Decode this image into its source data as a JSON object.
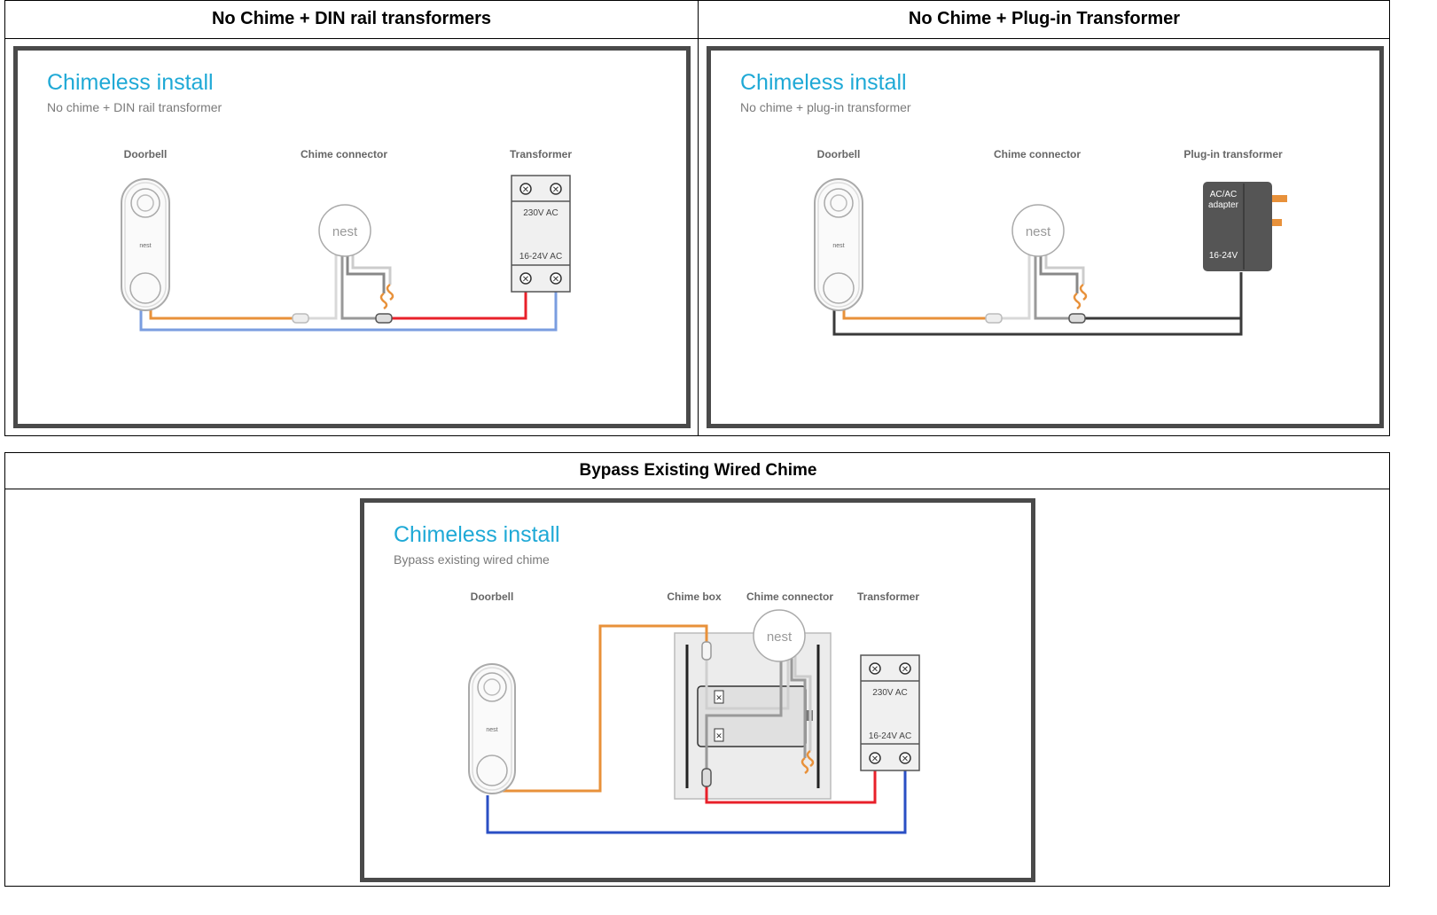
{
  "cells": {
    "top_left_title": "No Chime + DIN rail transformers",
    "top_right_title": "No Chime + Plug-in Transformer",
    "bottom_title": "Bypass Existing Wired Chime"
  },
  "slide1": {
    "title": "Chimeless install",
    "subtitle": "No chime + DIN rail transformer",
    "label_doorbell": "Doorbell",
    "label_connector": "Chime connector",
    "label_transformer": "Transformer",
    "doorbell_brand": "nest",
    "connector_brand": "nest",
    "transformer_top": "230V AC",
    "transformer_bottom": "16-24V AC"
  },
  "slide2": {
    "title": "Chimeless install",
    "subtitle": "No chime + plug-in transformer",
    "label_doorbell": "Doorbell",
    "label_connector": "Chime connector",
    "label_transformer": "Plug-in transformer",
    "doorbell_brand": "nest",
    "connector_brand": "nest",
    "adapter_line1": "AC/AC",
    "adapter_line2": "adapter",
    "adapter_voltage": "16-24V"
  },
  "slide3": {
    "title": "Chimeless install",
    "subtitle": "Bypass existing wired chime",
    "label_doorbell": "Doorbell",
    "label_chimebox": "Chime box",
    "label_connector": "Chime connector",
    "label_transformer": "Transformer",
    "doorbell_brand": "nest",
    "connector_brand": "nest",
    "transformer_top": "230V AC",
    "transformer_bottom": "16-24V AC"
  },
  "colors": {
    "title_blue": "#1fa9d6",
    "orange_wire": "#e8913a",
    "blue_wire": "#7a9de0",
    "dark_blue_wire": "#2a4fc4",
    "red_wire": "#e8202a",
    "grey_wire": "#9a9a9a",
    "dark_wire": "#3a3a3a",
    "frame": "#4a4a4a"
  }
}
